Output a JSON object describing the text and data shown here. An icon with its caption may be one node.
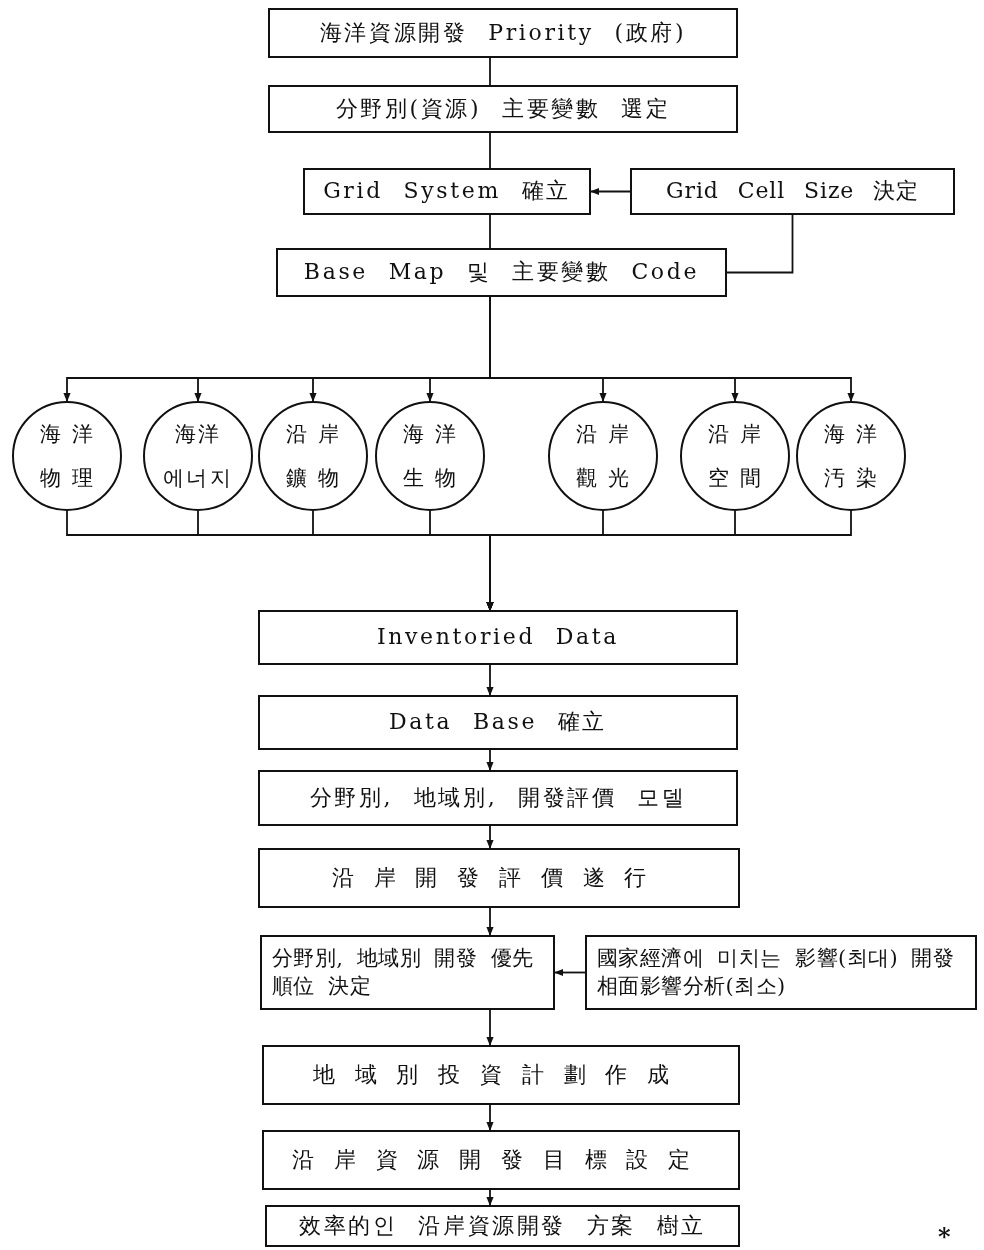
{
  "diagram": {
    "nodes": [
      {
        "text": [
          "海洋資源開發 Priority (政府)"
        ]
      },
      {
        "text": [
          "分野別(資源) 主要變數 選定"
        ]
      },
      {
        "text": [
          "Grid System 確立"
        ]
      },
      {
        "text": [
          "Grid Cell Size 決定"
        ]
      },
      {
        "text": [
          "Base Map 및 主要變數 Code"
        ]
      },
      {
        "text": [
          "海洋物理"
        ]
      },
      {
        "text": [
          "海洋 에너지"
        ]
      },
      {
        "text": [
          "沿岸鑛物"
        ]
      },
      {
        "text": [
          "海洋生物"
        ]
      },
      {
        "text": [
          "沿岸觀光"
        ]
      },
      {
        "text": [
          "沿岸空間"
        ]
      },
      {
        "text": [
          "海洋汚染"
        ]
      },
      {
        "text": [
          "Inventoried Data"
        ]
      },
      {
        "text": [
          "Data Base 確立"
        ]
      },
      {
        "text": [
          "分野別, 地域別, 開發評價 모델"
        ]
      },
      {
        "text": [
          "沿岸開發評價遂行"
        ]
      },
      {
        "text": [
          "分野別, 地域別 開發 優先順位 決定"
        ]
      },
      {
        "text": [
          "國家經濟에 미치는 影響(최대) 開發相面影響分析(최소)"
        ]
      },
      {
        "text": [
          "地域別投資計劃作成"
        ]
      },
      {
        "text": [
          "沿岸資源開發目標設定"
        ]
      },
      {
        "text": [
          "效率的인 沿岸資源開發 方案 樹立"
        ]
      }
    ],
    "edges": [
      {
        "from": 0,
        "to": 1,
        "arrow": "none"
      },
      {
        "from": 1,
        "to": 2,
        "arrow": "none"
      },
      {
        "from": 3,
        "to": 2,
        "arrow": "to"
      },
      {
        "from": 2,
        "to": 4,
        "arrow": "none"
      },
      {
        "from": 3,
        "to": 4,
        "arrow": "none"
      },
      {
        "from": 4,
        "to": 5,
        "arrow": "to"
      },
      {
        "from": 4,
        "to": 6,
        "arrow": "to"
      },
      {
        "from": 4,
        "to": 7,
        "arrow": "to"
      },
      {
        "from": 4,
        "to": 8,
        "arrow": "to"
      },
      {
        "from": 4,
        "to": 9,
        "arrow": "to"
      },
      {
        "from": 4,
        "to": 10,
        "arrow": "to"
      },
      {
        "from": 4,
        "to": 11,
        "arrow": "to"
      },
      {
        "from": 5,
        "to": 12,
        "arrow": "to"
      },
      {
        "from": 6,
        "to": 12,
        "arrow": "to"
      },
      {
        "from": 7,
        "to": 12,
        "arrow": "to"
      },
      {
        "from": 8,
        "to": 12,
        "arrow": "to"
      },
      {
        "from": 9,
        "to": 12,
        "arrow": "to"
      },
      {
        "from": 10,
        "to": 12,
        "arrow": "to"
      },
      {
        "from": 11,
        "to": 12,
        "arrow": "to"
      },
      {
        "from": 12,
        "to": 13,
        "arrow": "to"
      },
      {
        "from": 13,
        "to": 14,
        "arrow": "to"
      },
      {
        "from": 14,
        "to": 15,
        "arrow": "to"
      },
      {
        "from": 15,
        "to": 16,
        "arrow": "to"
      },
      {
        "from": 17,
        "to": 16,
        "arrow": "to"
      },
      {
        "from": 16,
        "to": 18,
        "arrow": "to"
      },
      {
        "from": 18,
        "to": 19,
        "arrow": "to"
      },
      {
        "from": 19,
        "to": 20,
        "arrow": "to"
      }
    ],
    "labels": [
      "*"
    ]
  }
}
